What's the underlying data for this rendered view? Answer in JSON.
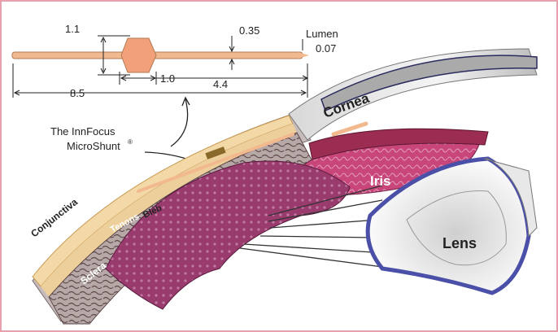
{
  "dimensions": {
    "d_bulb": "1.1",
    "d_tube": "0.35",
    "lumen_label": "Lumen",
    "lumen_value": "0.07",
    "bulb_offset": "1.0",
    "bulb_to_tip": "4.4",
    "total_length": "8.5"
  },
  "device_label": {
    "line1": "The InnFocus",
    "line2": "MicroShunt",
    "mark": "®"
  },
  "anatomy": {
    "cornea": "Cornea",
    "iris": "Iris",
    "lens": "Lens",
    "conjunctiva": "Conjunctiva",
    "tenons": "Tenons",
    "bleb": "Bleb",
    "sclera": "Sclera"
  },
  "colors": {
    "frame": "#e6a0ae",
    "shunt": "#f2b98e",
    "sclera": "#a08a8a",
    "iris": "#b8396a",
    "lens_rim": "#4a4fa8",
    "conjunctiva": "#f3d9a8"
  }
}
